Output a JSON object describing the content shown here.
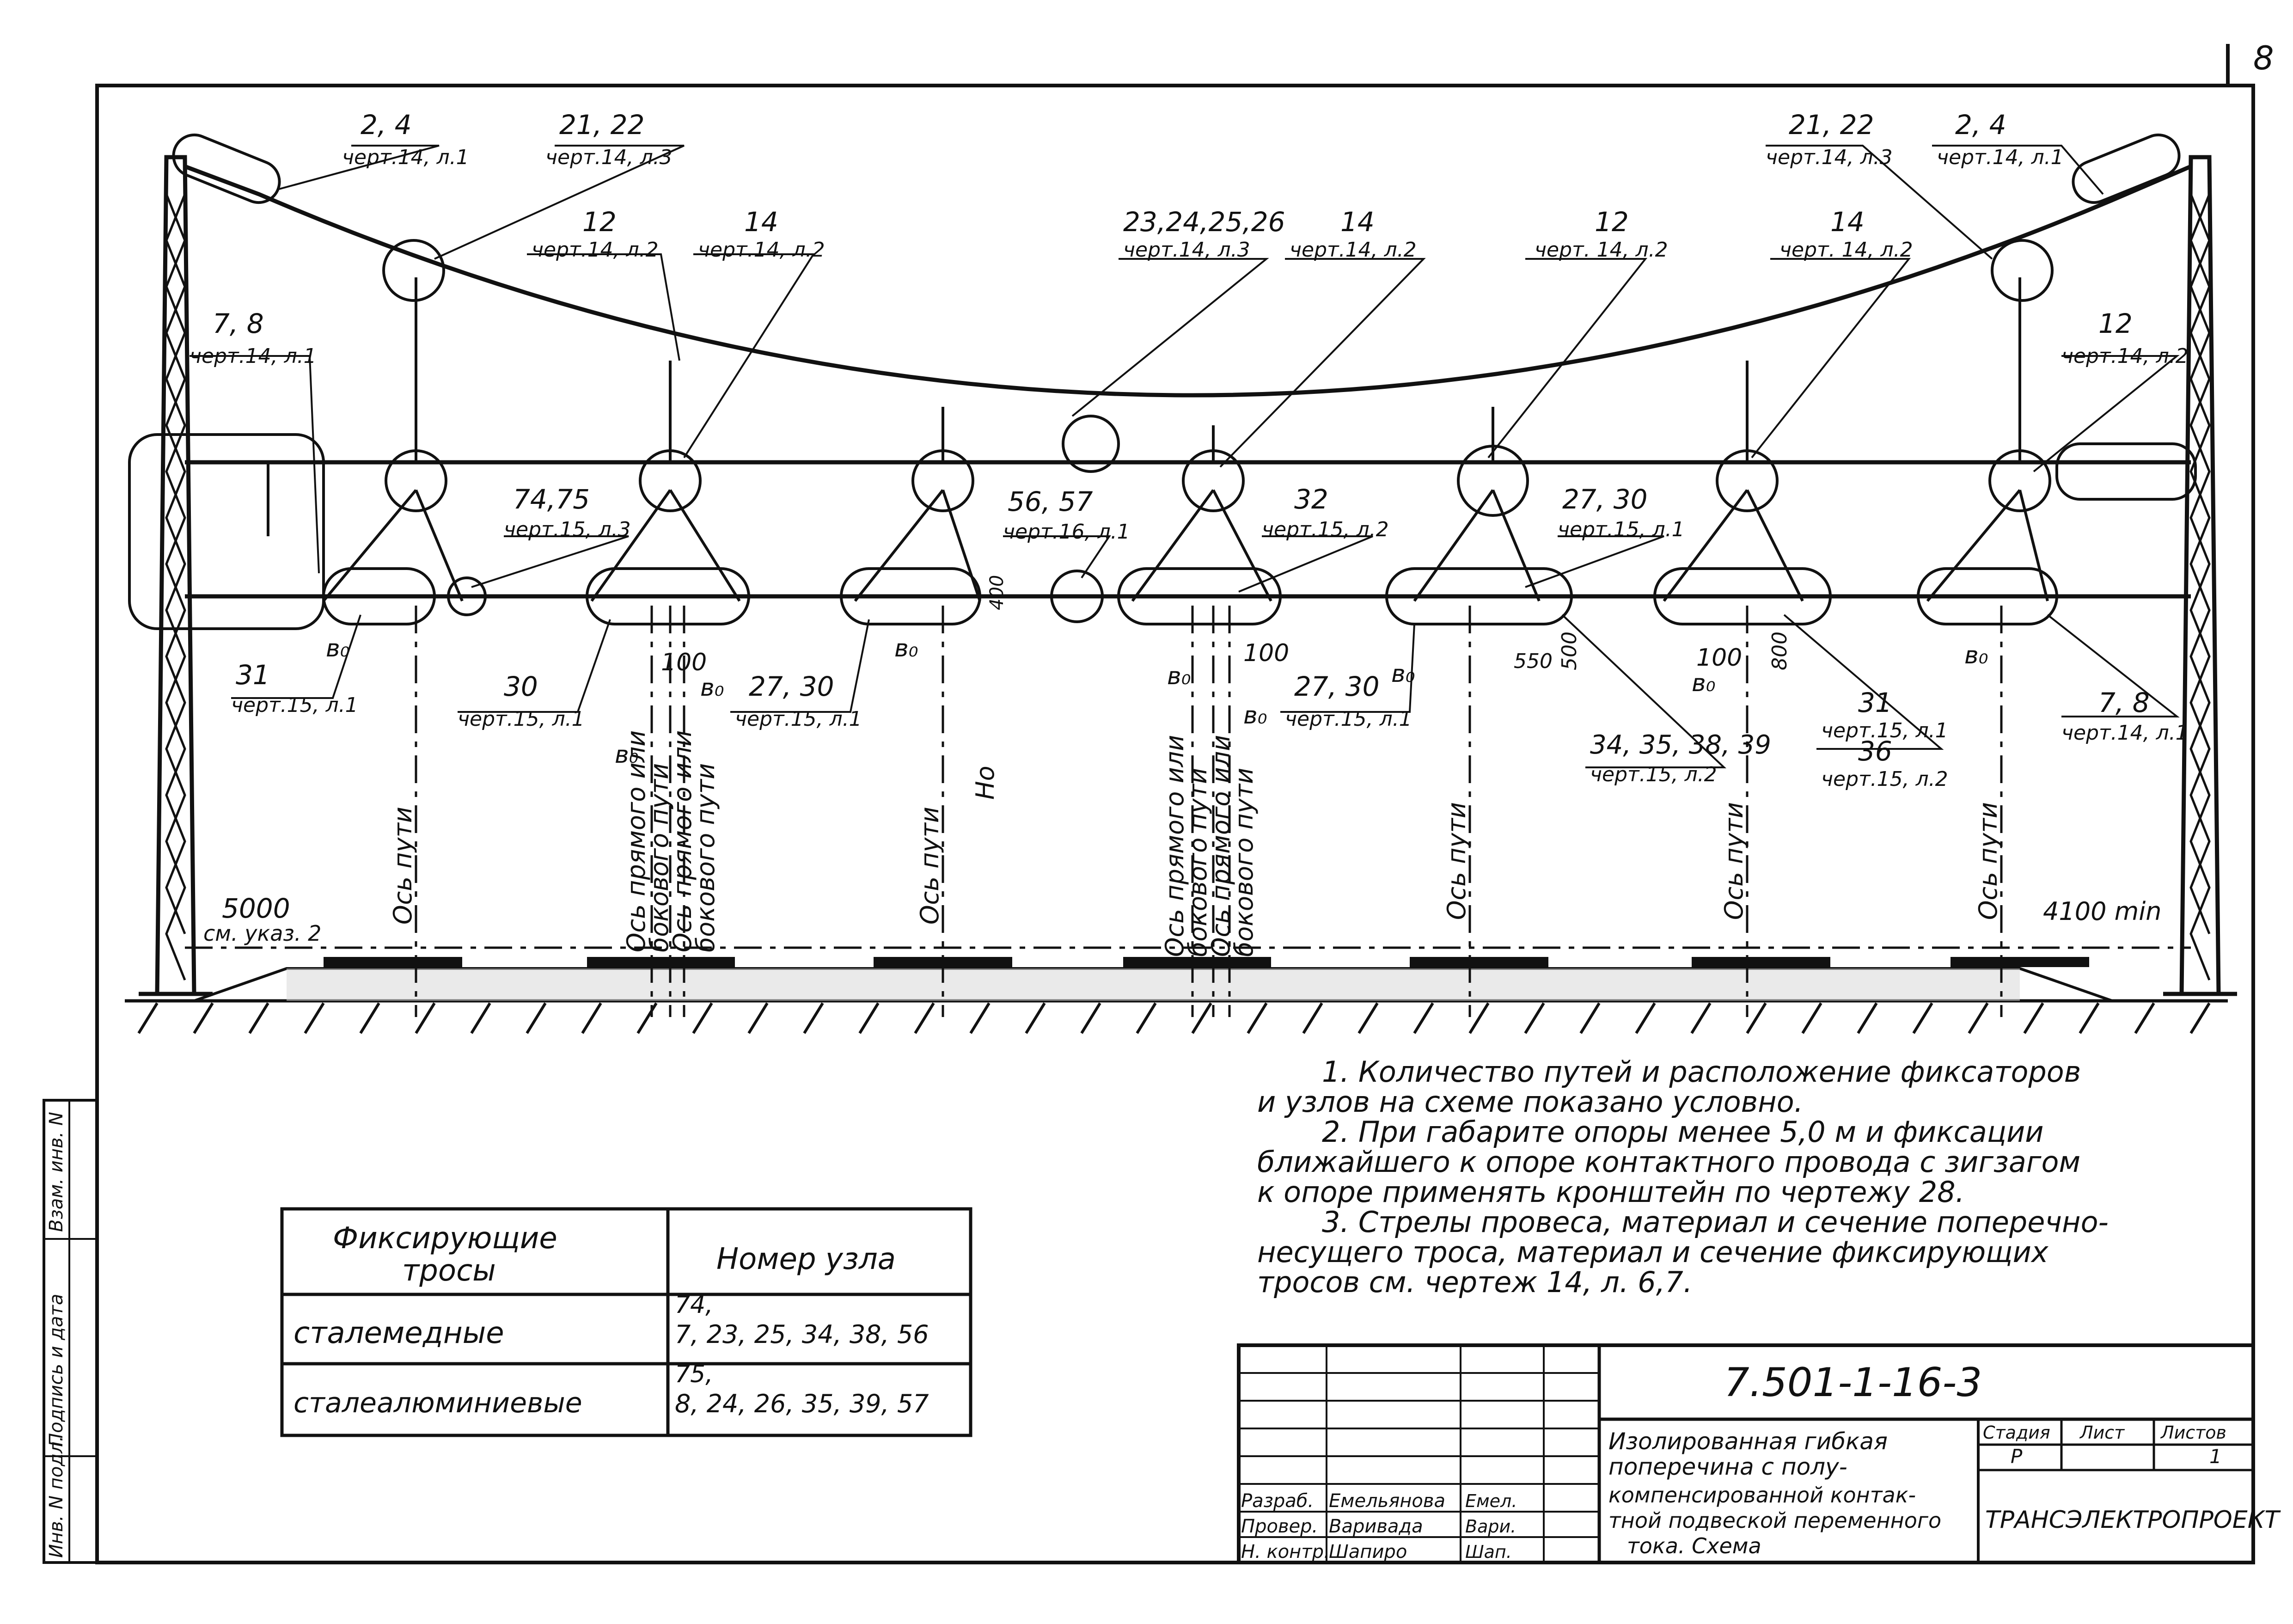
{
  "sheet_corner": "8",
  "callouts": {
    "c_2_4_left": {
      "num": "2, 4",
      "ref": "черт.14, л.1"
    },
    "c_21_22_left": {
      "num": "21, 22",
      "ref": "черт.14, л.3"
    },
    "c_12_a": {
      "num": "12",
      "ref": "черт.14, л.2"
    },
    "c_14_a": {
      "num": "14",
      "ref": "черт.14, л.2"
    },
    "c_23_26": {
      "num": "23,24,25,26",
      "ref": "черт.14, л.3"
    },
    "c_14_b": {
      "num": "14",
      "ref": "черт.14, л.2"
    },
    "c_12_b": {
      "num": "12",
      "ref": "черт. 14, л.2"
    },
    "c_14_c": {
      "num": "14",
      "ref": "черт. 14, л.2"
    },
    "c_21_22_right": {
      "num": "21, 22",
      "ref": "черт.14, л.3"
    },
    "c_2_4_right": {
      "num": "2, 4",
      "ref": "черт.14, л.1"
    },
    "c_7_8_left": {
      "num": "7, 8",
      "ref": "черт.14, л.1"
    },
    "c_12_right": {
      "num": "12",
      "ref": "черт.14, л.2"
    },
    "c_74_75": {
      "num": "74,75",
      "ref": "черт.15, л.3"
    },
    "c_56_57": {
      "num": "56, 57",
      "ref": "черт.16, л.1"
    },
    "c_32": {
      "num": "32",
      "ref": "черт.15, л.2"
    },
    "c_27_30_top": {
      "num": "27, 30",
      "ref": "черт.15, л.1"
    },
    "c_31_left": {
      "num": "31",
      "ref": "черт.15, л.1"
    },
    "c_30": {
      "num": "30",
      "ref": "черт.15, л.1"
    },
    "c_27_30_a": {
      "num": "27, 30",
      "ref": "черт.15, л.1"
    },
    "c_27_30_b": {
      "num": "27, 30",
      "ref": "черт.15, л.1"
    },
    "c_34_39": {
      "num": "34, 35, 38, 39",
      "ref": "черт.15, л.2"
    },
    "c_31_36": {
      "num": "31",
      "num2": "36",
      "ref": "черт.15, л.1",
      "ref2": "черт.15, л.2"
    },
    "c_7_8_right": {
      "num": "7, 8",
      "ref": "черт.14, л.1"
    }
  },
  "dims": {
    "b0": "в₀",
    "d100": "100",
    "d400": "400",
    "d550": "550",
    "d500": "500",
    "d800": "800",
    "h0": "Но",
    "left_dim": "5000",
    "left_dim_note": "см. указ.  2",
    "right_dim": "4100 min"
  },
  "axis_labels": {
    "track": "Ось пути",
    "straight1": "Ось прямого или",
    "straight2": "бокового пути",
    "straight3": "Ось прямого или",
    "straight4": "бокового пути"
  },
  "notes": [
    "1. Количество путей и расположение фиксаторов",
    "и узлов на схеме показано условно.",
    "2. При габарите опоры менее 5,0 м и фиксации",
    "ближайшего к опоре контактного провода с зигзагом",
    "к опоре применять кронштейн по чертежу 28.",
    "3. Стрелы провеса, материал и сечение поперечно-",
    "несущего троса, материал и сечение фиксирующих",
    "тросов см. чертеж 14, л. 6,7."
  ],
  "table": {
    "header_col1": "Фиксирующие\nтросы",
    "header_col1_l1": "Фиксирующие",
    "header_col1_l2": "тросы",
    "header_col2": "Номер узла",
    "rows": [
      {
        "material": "сталемедные",
        "nodes_l1": "74,",
        "nodes_l2": "7, 23, 25, 34, 38, 56"
      },
      {
        "material": "сталеалюминиевые",
        "nodes_l1": "75,",
        "nodes_l2": "8, 24, 26, 35, 39, 57"
      }
    ]
  },
  "side_stamp": [
    "Инв. N подл.",
    "Подпись и дата",
    "Взам. инв. N"
  ],
  "title_block": {
    "code": "7.501-1-16-3",
    "description": [
      "Изолированная гибкая",
      "поперечина с полу-",
      "компенсированной контак-",
      "тной подвеской переменного",
      "тока. Схема"
    ],
    "stage_label": "Стадия",
    "sheet_label": "Лист",
    "sheets_label": "Листов",
    "stage_value": "Р",
    "sheets_value": "1",
    "org": "ТРАНСЭЛЕКТРОПРОЕКТ",
    "people": [
      {
        "role": "Разраб.",
        "name": "Емельянова",
        "sign": "Емел."
      },
      {
        "role": "Провер.",
        "name": "Варивада",
        "sign": "Вари."
      },
      {
        "role": "Н. контр.",
        "name": "Шапиро",
        "sign": "Шап."
      }
    ]
  }
}
